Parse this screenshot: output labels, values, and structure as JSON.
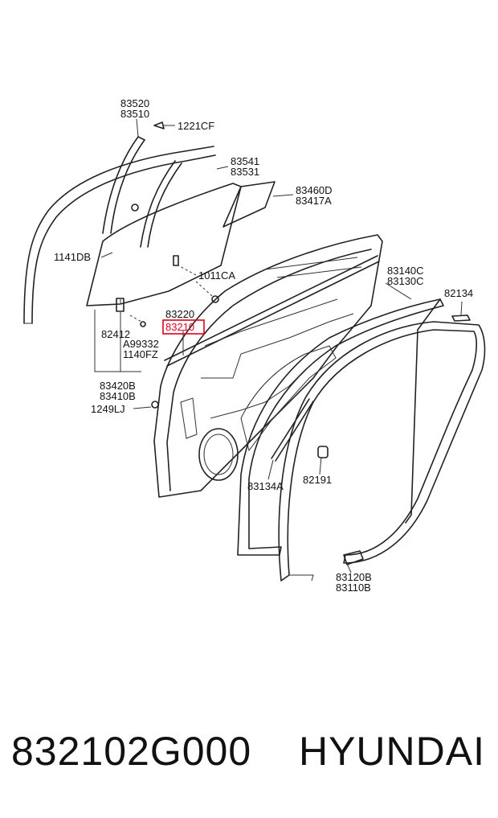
{
  "labels": {
    "l83520": "83520",
    "l83510": "83510",
    "l1221CF": "1221CF",
    "l83541": "83541",
    "l83531": "83531",
    "l83460D": "83460D",
    "l83417A": "83417A",
    "l1141DB": "1141DB",
    "l1011CA": "1011CA",
    "l83220": "83220",
    "l83210": "83210",
    "l82412": "82412",
    "lA99332": "A99332",
    "l1140FZ": "1140FZ",
    "l83420B": "83420B",
    "l83410B": "83410B",
    "l1249LJ": "1249LJ",
    "l83140C": "83140C",
    "l83130C": "83130C",
    "l82134": "82134",
    "l83134A": "83134A",
    "l82191": "82191",
    "l83120B": "83120B",
    "l83110B": "83110B"
  },
  "highlight": {
    "part": "83210",
    "color": "#e0001b"
  },
  "footer": {
    "part_number": "832102G000",
    "brand": "HYUNDAI"
  }
}
